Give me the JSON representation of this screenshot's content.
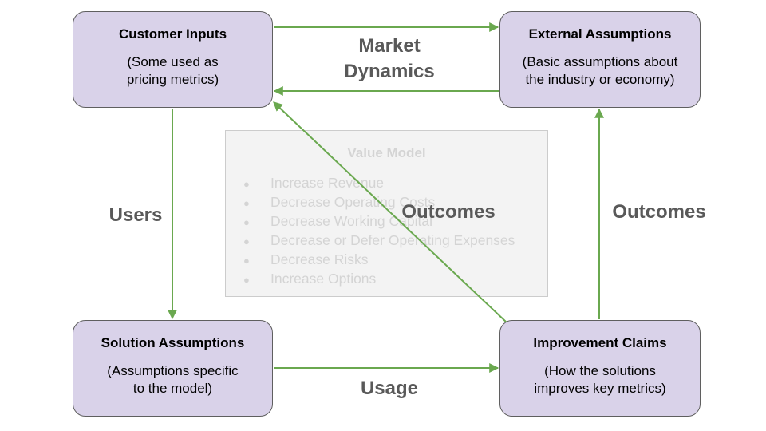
{
  "boxes": {
    "customer_inputs": {
      "title": "Customer Inputs",
      "desc": "(Some used as\npricing metrics)"
    },
    "external_assumptions": {
      "title": "External Assumptions",
      "desc": "(Basic assumptions about\nthe industry or economy)"
    },
    "solution_assumptions": {
      "title": "Solution Assumptions",
      "desc": "(Assumptions specific\nto the model)"
    },
    "improvement_claims": {
      "title": "Improvement Claims",
      "desc": "(How the solutions\nimproves key metrics)"
    }
  },
  "value_model": {
    "title": "Value Model",
    "items": [
      "Increase Revenue",
      "Decrease Operating Costs",
      "Decrease Working Capital",
      "Decrease or Defer Operating Expenses",
      "Decrease Risks",
      "Increase Options"
    ]
  },
  "edges": {
    "market_dynamics": "Market\nDynamics",
    "users": "Users",
    "outcomes_middle": "Outcomes",
    "outcomes_right": "Outcomes",
    "usage": "Usage"
  },
  "colors": {
    "box_fill": "#d9d2e9",
    "arrow": "#6aa84f",
    "edge_label": "#595959"
  }
}
